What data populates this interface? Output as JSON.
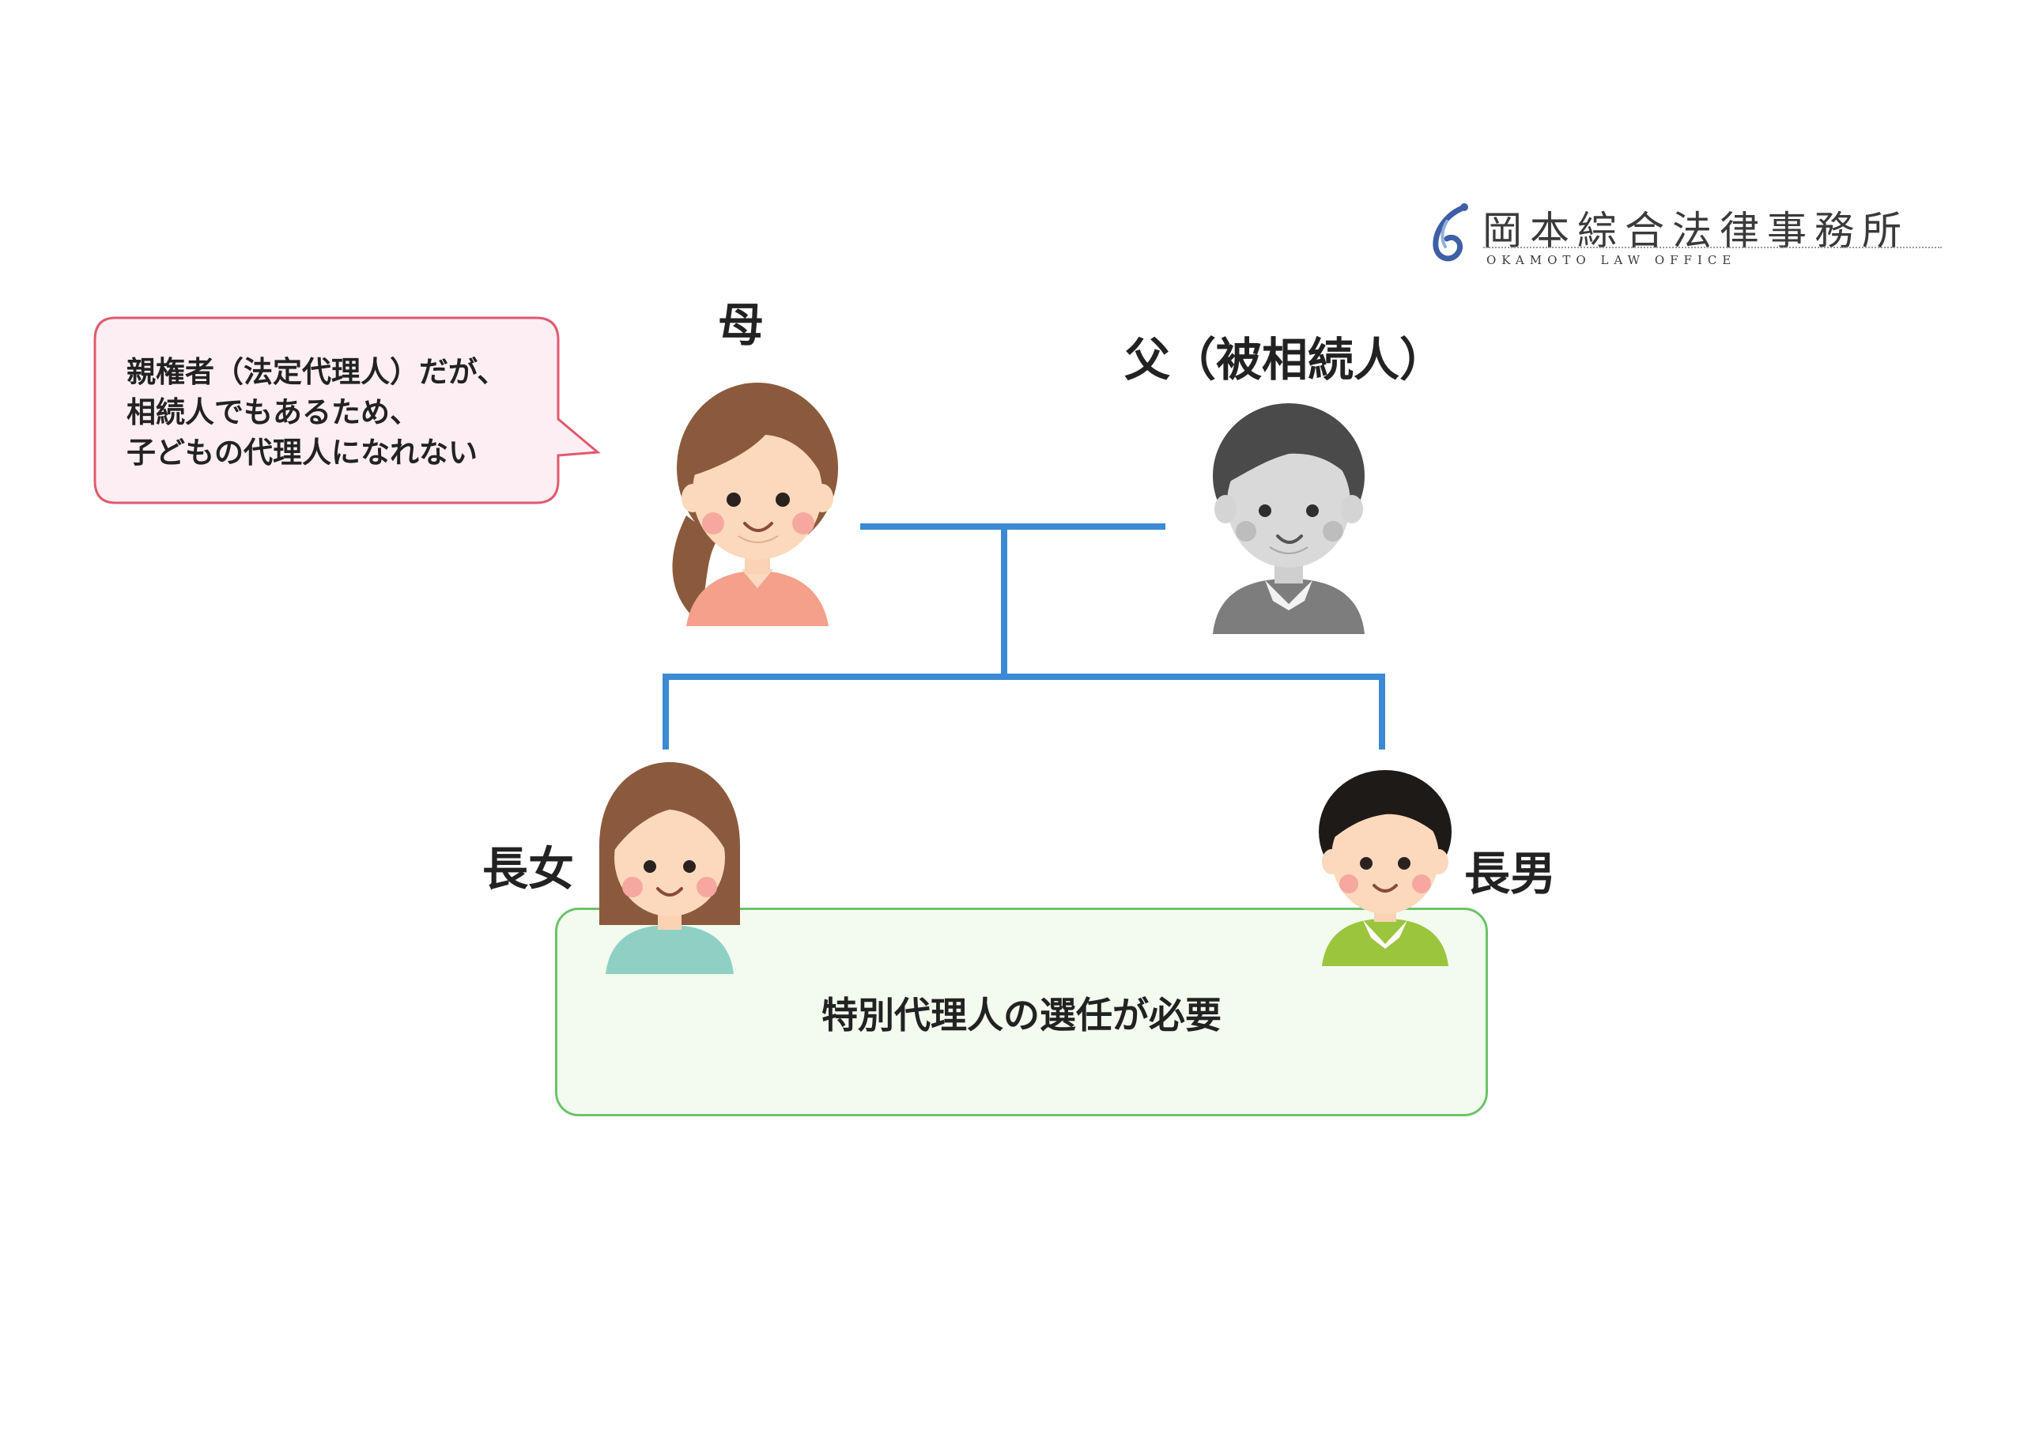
{
  "logo": {
    "name_ja": "岡本綜合法律事務所",
    "name_en": "OKAMOTO LAW OFFICE",
    "mark_icon": "swirl-logo-icon"
  },
  "people": {
    "mother": {
      "label": "母",
      "icon": "woman-icon"
    },
    "father": {
      "label": "父（被相続人）",
      "icon": "elderly-man-icon"
    },
    "daughter": {
      "label": "長女",
      "icon": "girl-icon"
    },
    "son": {
      "label": "長男",
      "icon": "boy-icon"
    }
  },
  "bubble": {
    "lines": [
      "親権者（法定代理人）だが、",
      "相続人でもあるため、",
      "子どもの代理人になれない"
    ]
  },
  "result_box": {
    "text": "特別代理人の選任が必要"
  },
  "colors": {
    "tree_line": "#3a8ad4",
    "bubble_border": "#e05a6e",
    "bubble_fill": "#fdeef3",
    "box_border": "#6cc36a",
    "box_fill": "#f2fbee"
  }
}
